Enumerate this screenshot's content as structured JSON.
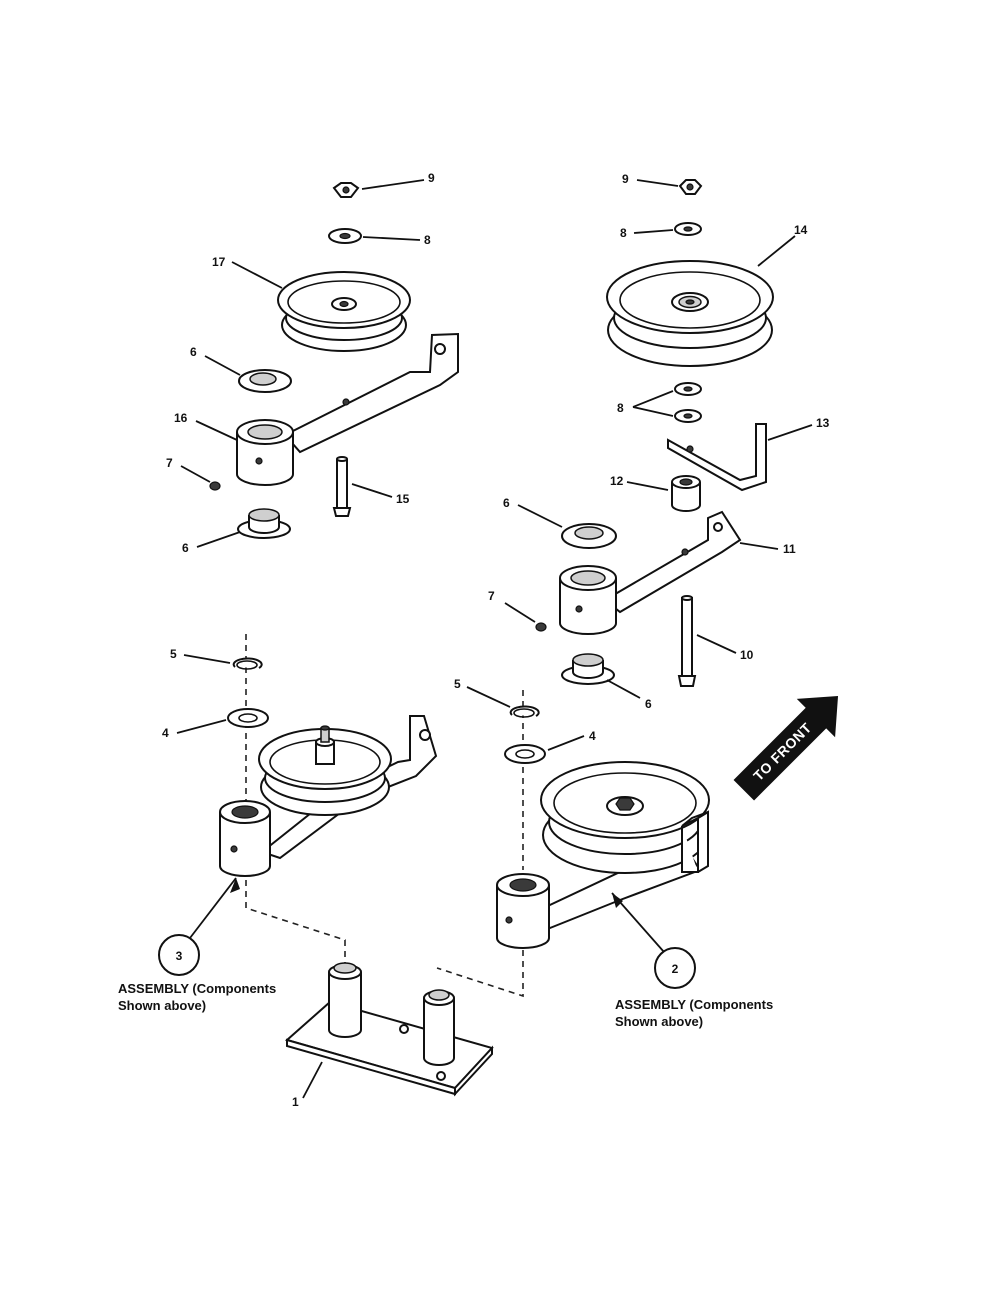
{
  "callouts": {
    "c1": "1",
    "c4a": "4",
    "c4b": "4",
    "c5a": "5",
    "c5b": "5",
    "c6a": "6",
    "c6b": "6",
    "c6c": "6",
    "c6d": "6",
    "c7a": "7",
    "c7b": "7",
    "c8a": "8",
    "c8b": "8",
    "c8c": "8",
    "c9a": "9",
    "c9b": "9",
    "c10": "10",
    "c11": "11",
    "c12": "12",
    "c13": "13",
    "c14": "14",
    "c15": "15",
    "c16": "16",
    "c17": "17"
  },
  "assemblies": {
    "left": {
      "number": "3",
      "line1": "ASSEMBLY (Components",
      "line2": "Shown above)"
    },
    "right": {
      "number": "2",
      "line1": "ASSEMBLY (Components",
      "line2": "Shown above)"
    }
  },
  "front_arrow": "TO FRONT"
}
